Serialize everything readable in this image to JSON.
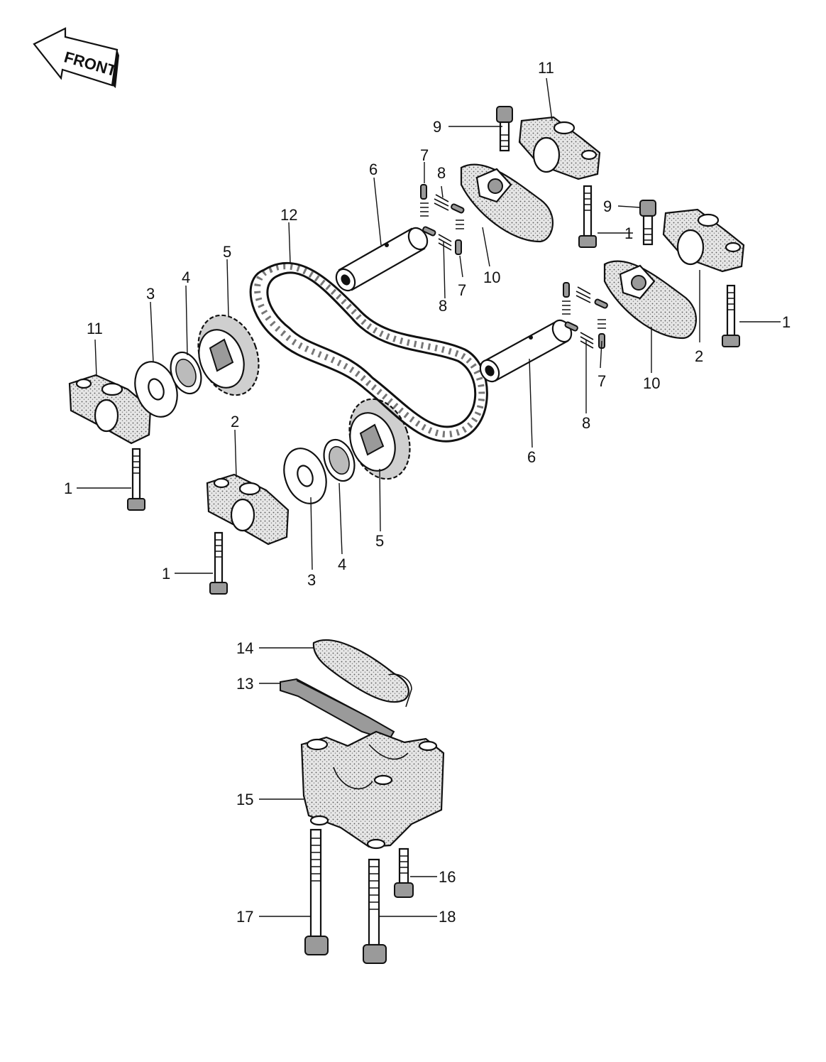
{
  "diagram": {
    "front_tag": "FRONT",
    "labels": {
      "bolt": "1",
      "holder": "2",
      "washer": "3",
      "shim": "4",
      "sprocket": "5",
      "shaft": "6",
      "pin": "7",
      "spring": "8",
      "plug_bolt": "9",
      "weight": "10",
      "holder_b": "11",
      "chain": "12",
      "guide_plate": "13",
      "guide": "14",
      "housing": "15",
      "small_bolt": "16",
      "long_bolt_a": "17",
      "long_bolt_b": "18"
    }
  }
}
